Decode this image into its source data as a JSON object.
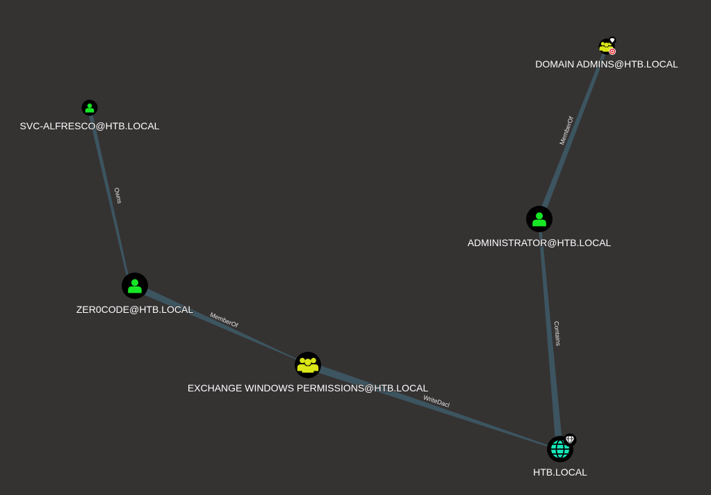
{
  "graph": {
    "nodes": {
      "svc_alfresco": {
        "label": "SVC-ALFRESCO@HTB.LOCAL",
        "kind": "user",
        "icon": "user-icon",
        "color": "#17e625"
      },
      "zer0code": {
        "label": "ZER0CODE@HTB.LOCAL",
        "kind": "user",
        "icon": "user-icon",
        "color": "#17e625"
      },
      "exchange_windows_permissions": {
        "label": "EXCHANGE WINDOWS PERMISSIONS@HTB.LOCAL",
        "kind": "group",
        "icon": "group-icon",
        "color": "#dbe617"
      },
      "domain_admins": {
        "label": "DOMAIN ADMINS@HTB.LOCAL",
        "kind": "group",
        "icon": "group-icon",
        "color": "#dbe617",
        "badges": [
          "gem-icon",
          "target-icon"
        ]
      },
      "administrator": {
        "label": "ADMINISTRATOR@HTB.LOCAL",
        "kind": "user",
        "icon": "user-icon",
        "color": "#17e625"
      },
      "htb_local": {
        "label": "HTB.LOCAL",
        "kind": "domain",
        "icon": "globe-icon",
        "color": "#17e6b9",
        "badges": [
          "gem-icon"
        ]
      }
    },
    "edges": {
      "owns": {
        "label": "Owns"
      },
      "memberof_zer0code": {
        "label": "MemberOf"
      },
      "writedacl": {
        "label": "WriteDacl"
      },
      "contains": {
        "label": "Contains"
      },
      "memberof_administrator": {
        "label": "MemberOf"
      }
    },
    "colors": {
      "background": "#353232",
      "edge": "#3c5560",
      "user": "#17e625",
      "group": "#dbe617",
      "domain": "#17e6b9",
      "node_fill": "#000000",
      "label_text": "#ffffff"
    }
  }
}
